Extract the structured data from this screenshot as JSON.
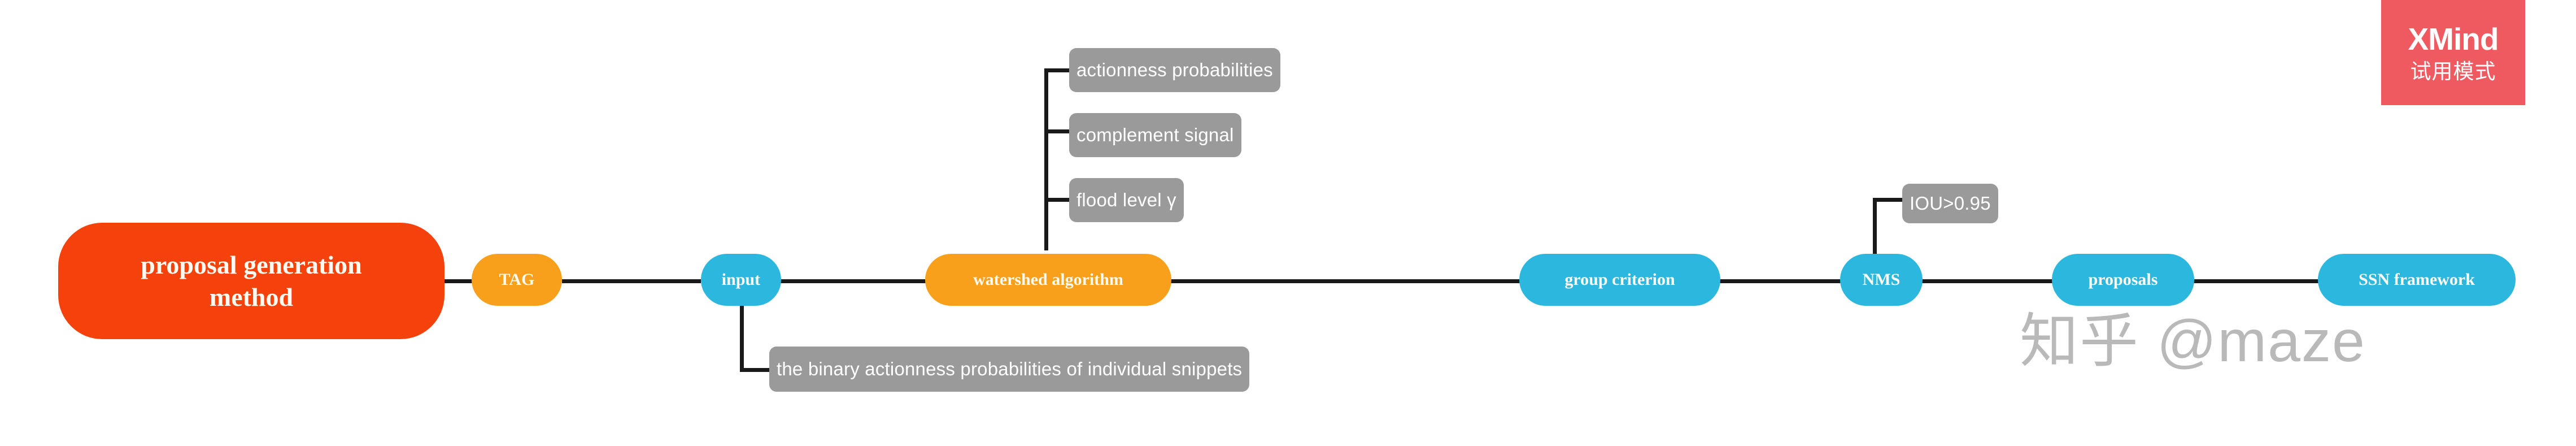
{
  "diagram": {
    "title": "proposal generation method",
    "type": "mindmap",
    "orientation": "left-to-right",
    "background": "#ffffff",
    "connector_color": "#1a1a1a",
    "palette": {
      "root": "#f5410b",
      "orange": "#f8a01b",
      "cyan": "#2cb8de",
      "label_gray": "#9a9a9a",
      "label_text": "#ffffff",
      "node_text": "#fdfaf2"
    }
  },
  "root": {
    "label": "proposal generation method",
    "line1": "proposal generation",
    "line2": "method",
    "color": "#f5410b"
  },
  "spine": [
    {
      "id": "tag",
      "label": "TAG",
      "color": "#f8a01b"
    },
    {
      "id": "input",
      "label": "input",
      "color": "#2cb8de"
    },
    {
      "id": "watershed",
      "label": "watershed algorithm",
      "color": "#f8a01b"
    },
    {
      "id": "group",
      "label": "group criterion",
      "color": "#2cb8de"
    },
    {
      "id": "nms",
      "label": "NMS",
      "color": "#2cb8de"
    },
    {
      "id": "proposals",
      "label": "proposals",
      "color": "#2cb8de"
    },
    {
      "id": "ssn",
      "label": "SSN framework",
      "color": "#2cb8de"
    }
  ],
  "callouts": {
    "watershed_children": [
      {
        "label": "actionness probabilities"
      },
      {
        "label": "complement signal"
      },
      {
        "label": "flood level γ"
      }
    ],
    "input_child": {
      "label": "the binary actionness probabilities of individual snippets"
    },
    "nms_child": {
      "label": "IOU>0.95"
    }
  },
  "watermarks": {
    "xmind": {
      "brand": "XMind",
      "mode": "试用模式",
      "color": "#ee5a60"
    },
    "zhihu": {
      "text": "知乎 @maze",
      "color": "#b9b9b9"
    }
  }
}
